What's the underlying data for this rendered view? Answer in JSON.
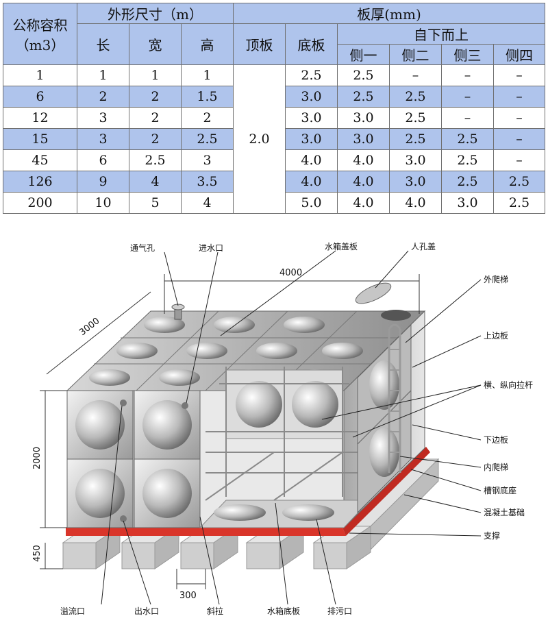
{
  "table": {
    "capacity_header": "公称容积",
    "capacity_unit": "（m3）",
    "dims_header": "外形尺寸（m）",
    "dims_cols": [
      "长",
      "宽",
      "高"
    ],
    "thickness_header": "板厚(mm)",
    "top_plate": "顶板",
    "bottom_plate": "底板",
    "sides_header": "自下而上",
    "side_cols": [
      "侧一",
      "侧二",
      "侧三",
      "侧四"
    ],
    "top_value": "2.0",
    "rows": [
      {
        "cap": "1",
        "l": "1",
        "w": "1",
        "h": "1",
        "bottom": "2.5",
        "s1": "2.5",
        "s2": "–",
        "s3": "–",
        "s4": "–"
      },
      {
        "cap": "6",
        "l": "2",
        "w": "2",
        "h": "1.5",
        "bottom": "3.0",
        "s1": "2.5",
        "s2": "2.5",
        "s3": "–",
        "s4": "–"
      },
      {
        "cap": "12",
        "l": "3",
        "w": "2",
        "h": "2",
        "bottom": "3.0",
        "s1": "3.0",
        "s2": "2.5",
        "s3": "–",
        "s4": "–"
      },
      {
        "cap": "15",
        "l": "3",
        "w": "2",
        "h": "2.5",
        "bottom": "3.0",
        "s1": "3.0",
        "s2": "2.5",
        "s3": "2.5",
        "s4": "–"
      },
      {
        "cap": "45",
        "l": "6",
        "w": "2.5",
        "h": "3",
        "bottom": "4.0",
        "s1": "4.0",
        "s2": "3.0",
        "s3": "2.5",
        "s4": "–"
      },
      {
        "cap": "126",
        "l": "9",
        "w": "4",
        "h": "3.5",
        "bottom": "4.0",
        "s1": "4.0",
        "s2": "3.0",
        "s3": "2.5",
        "s4": "2.5"
      },
      {
        "cap": "200",
        "l": "10",
        "w": "5",
        "h": "4",
        "bottom": "5.0",
        "s1": "4.0",
        "s2": "4.0",
        "s3": "3.0",
        "s4": "2.5"
      }
    ]
  },
  "diagram": {
    "labels": {
      "vent": "通气孔",
      "inlet": "进水口",
      "cover_plate": "水箱盖板",
      "manhole": "人孔盖",
      "outer_ladder": "外爬梯",
      "upper_edge": "上边板",
      "tie_rods": "横、纵向拉杆",
      "lower_edge": "下边板",
      "inner_ladder": "内爬梯",
      "channel_base": "槽钢底座",
      "concrete": "混凝土基础",
      "support": "支撑",
      "overflow": "溢流口",
      "outlet": "出水口",
      "diagonal": "斜拉",
      "bottom_plate": "水箱底板",
      "drain": "排污口"
    },
    "dims": {
      "length": "4000",
      "width": "3000",
      "height": "2000",
      "base": "450",
      "spacing": "300"
    },
    "colors": {
      "channel_steel": "#d9352a",
      "panel_light": "#eeeeee",
      "panel_dark": "#7a7a7a",
      "concrete": "#cfcfcf"
    }
  }
}
